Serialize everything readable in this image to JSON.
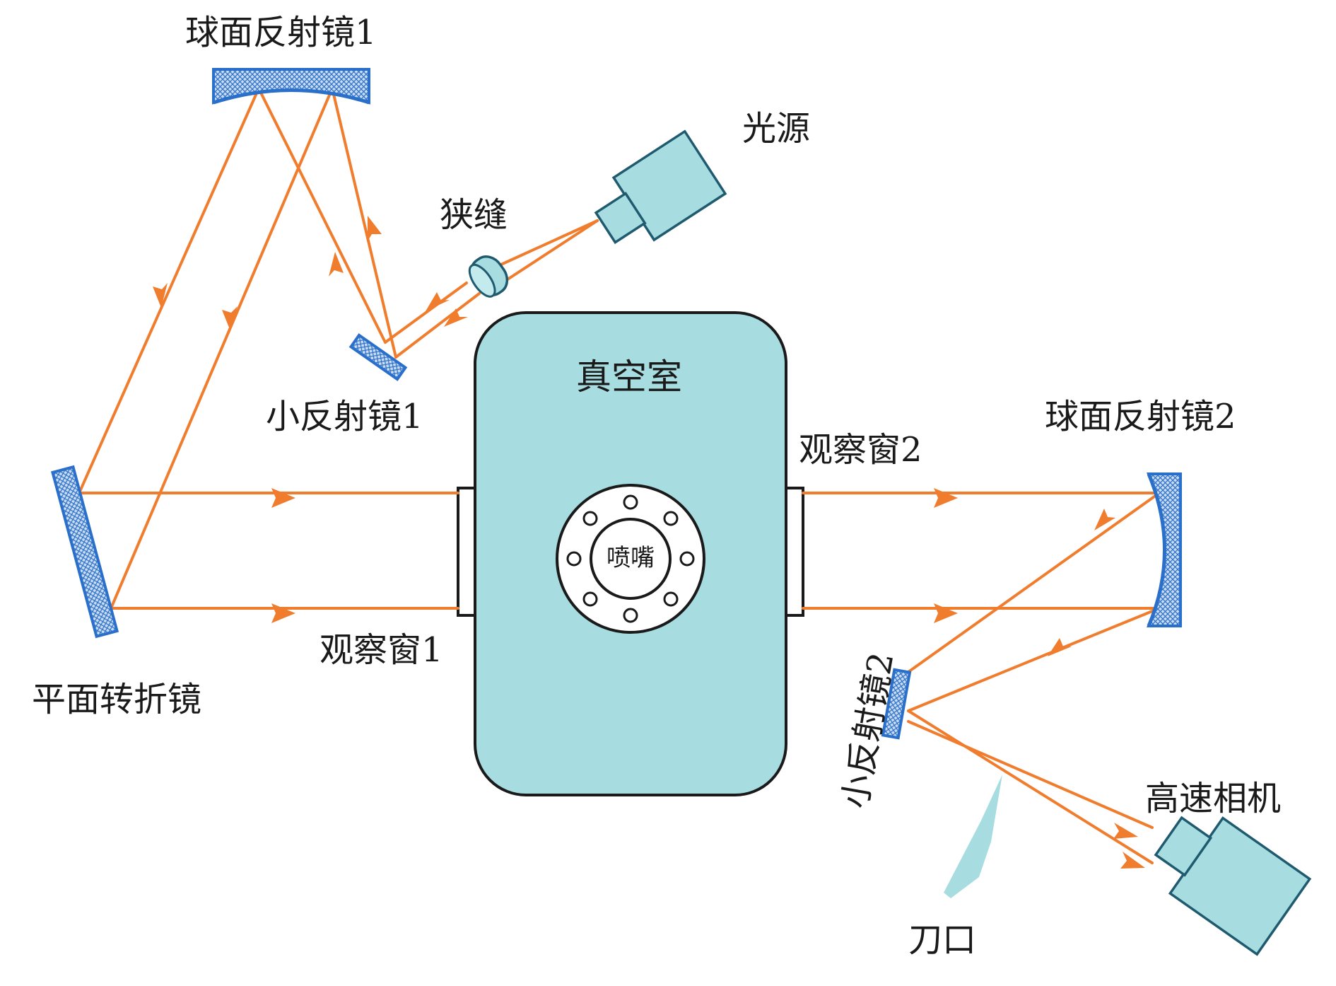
{
  "labels": {
    "spherical_mirror_1": "球面反射镜1",
    "light_source": "光源",
    "slit": "狭缝",
    "small_mirror_1": "小反射镜1",
    "vacuum_chamber": "真空室",
    "window_2": "观察窗2",
    "spherical_mirror_2": "球面反射镜2",
    "nozzle": "喷嘴",
    "window_1": "观察窗1",
    "flat_fold_mirror": "平面转折镜",
    "small_mirror_2": "小反射镜2",
    "high_speed_camera": "高速相机",
    "knife_edge": "刀口"
  },
  "colors": {
    "beam": "#f07d2e",
    "equipment_fill": "#a7dde0",
    "equipment_stroke": "#1f5a6e",
    "mirror_frame": "#2a6fc9"
  }
}
